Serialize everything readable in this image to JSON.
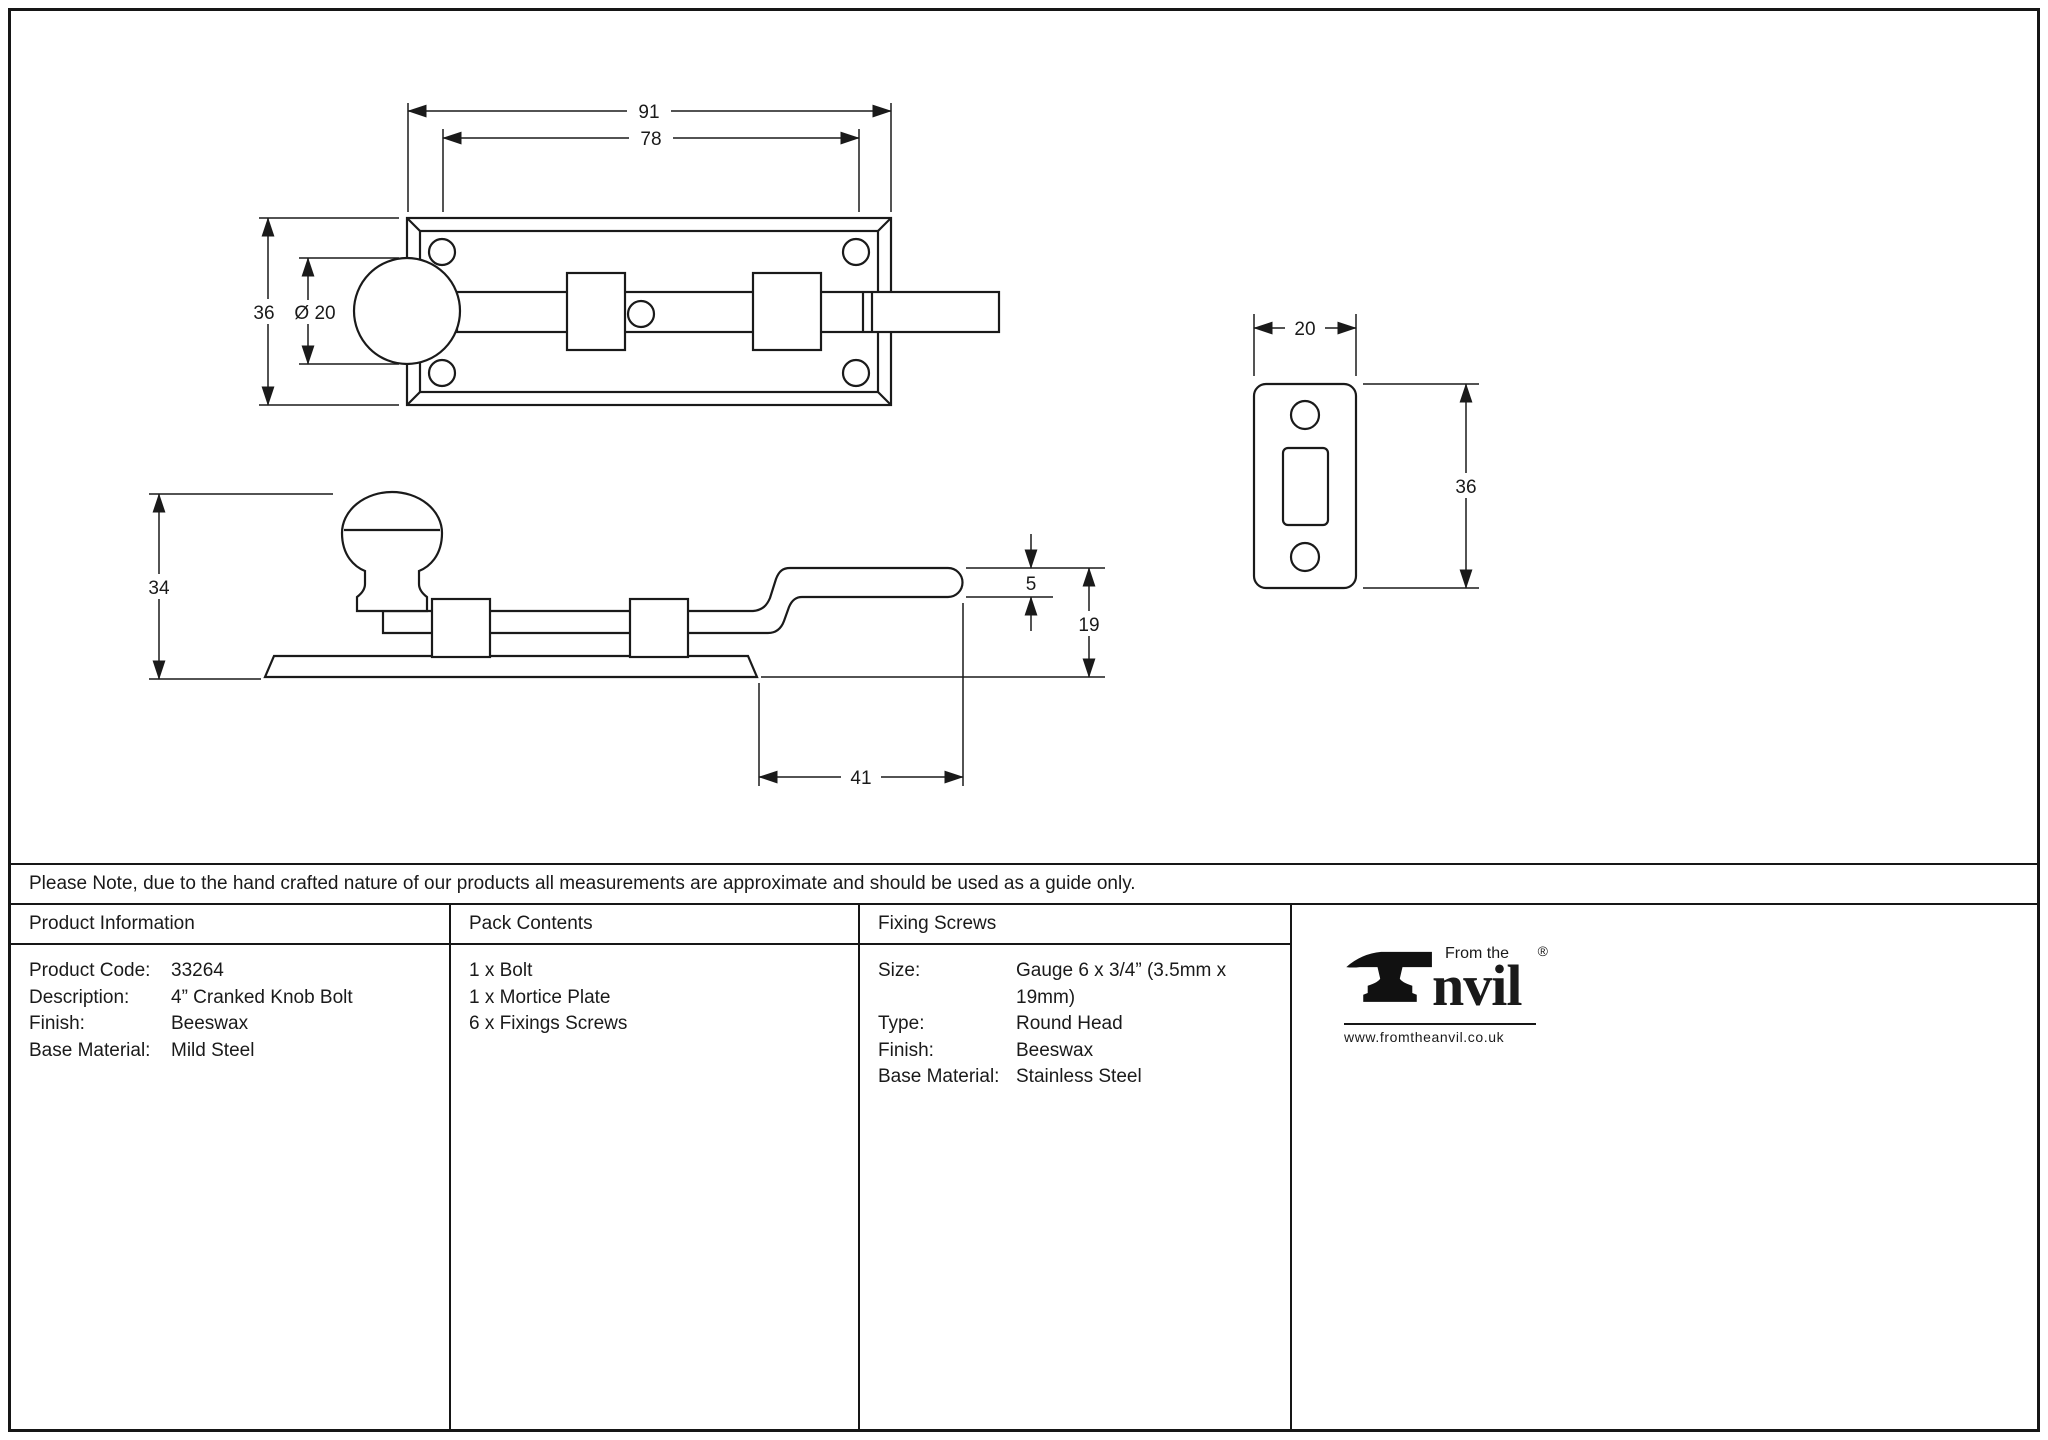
{
  "note": "Please Note, due to the hand crafted nature of our products all measurements are approximate and should be used as a guide only.",
  "dims": {
    "plan_overall": "91",
    "plan_inner": "78",
    "plan_plate_height": "36",
    "knob_diameter": "Ø 20",
    "side_overall_height": "34",
    "arm_thickness": "5",
    "crank_offset": "19",
    "crank_reach": "41",
    "mortice_width": "20",
    "mortice_height": "36"
  },
  "product_information": {
    "header": "Product Information",
    "rows": [
      {
        "label": "Product Code:",
        "value": "33264"
      },
      {
        "label": "Description:",
        "value": "4” Cranked Knob Bolt"
      },
      {
        "label": "Finish:",
        "value": "Beeswax"
      },
      {
        "label": "Base Material:",
        "value": "Mild Steel"
      }
    ]
  },
  "pack_contents": {
    "header": "Pack Contents",
    "items": [
      "1 x Bolt",
      "1 x Mortice Plate",
      "6 x Fixings Screws"
    ]
  },
  "fixing_screws": {
    "header": "Fixing Screws",
    "rows": [
      {
        "label": "Size:",
        "value": "Gauge 6 x 3/4” (3.5mm x 19mm)"
      },
      {
        "label": "Type:",
        "value": "Round Head"
      },
      {
        "label": "Finish:",
        "value": "Beeswax"
      },
      {
        "label": "Base Material:",
        "value": "Stainless Steel"
      }
    ]
  },
  "logo": {
    "from_the": "From the",
    "brand": "nvil",
    "registered": "®",
    "website": "www.fromtheanvil.co.uk"
  }
}
